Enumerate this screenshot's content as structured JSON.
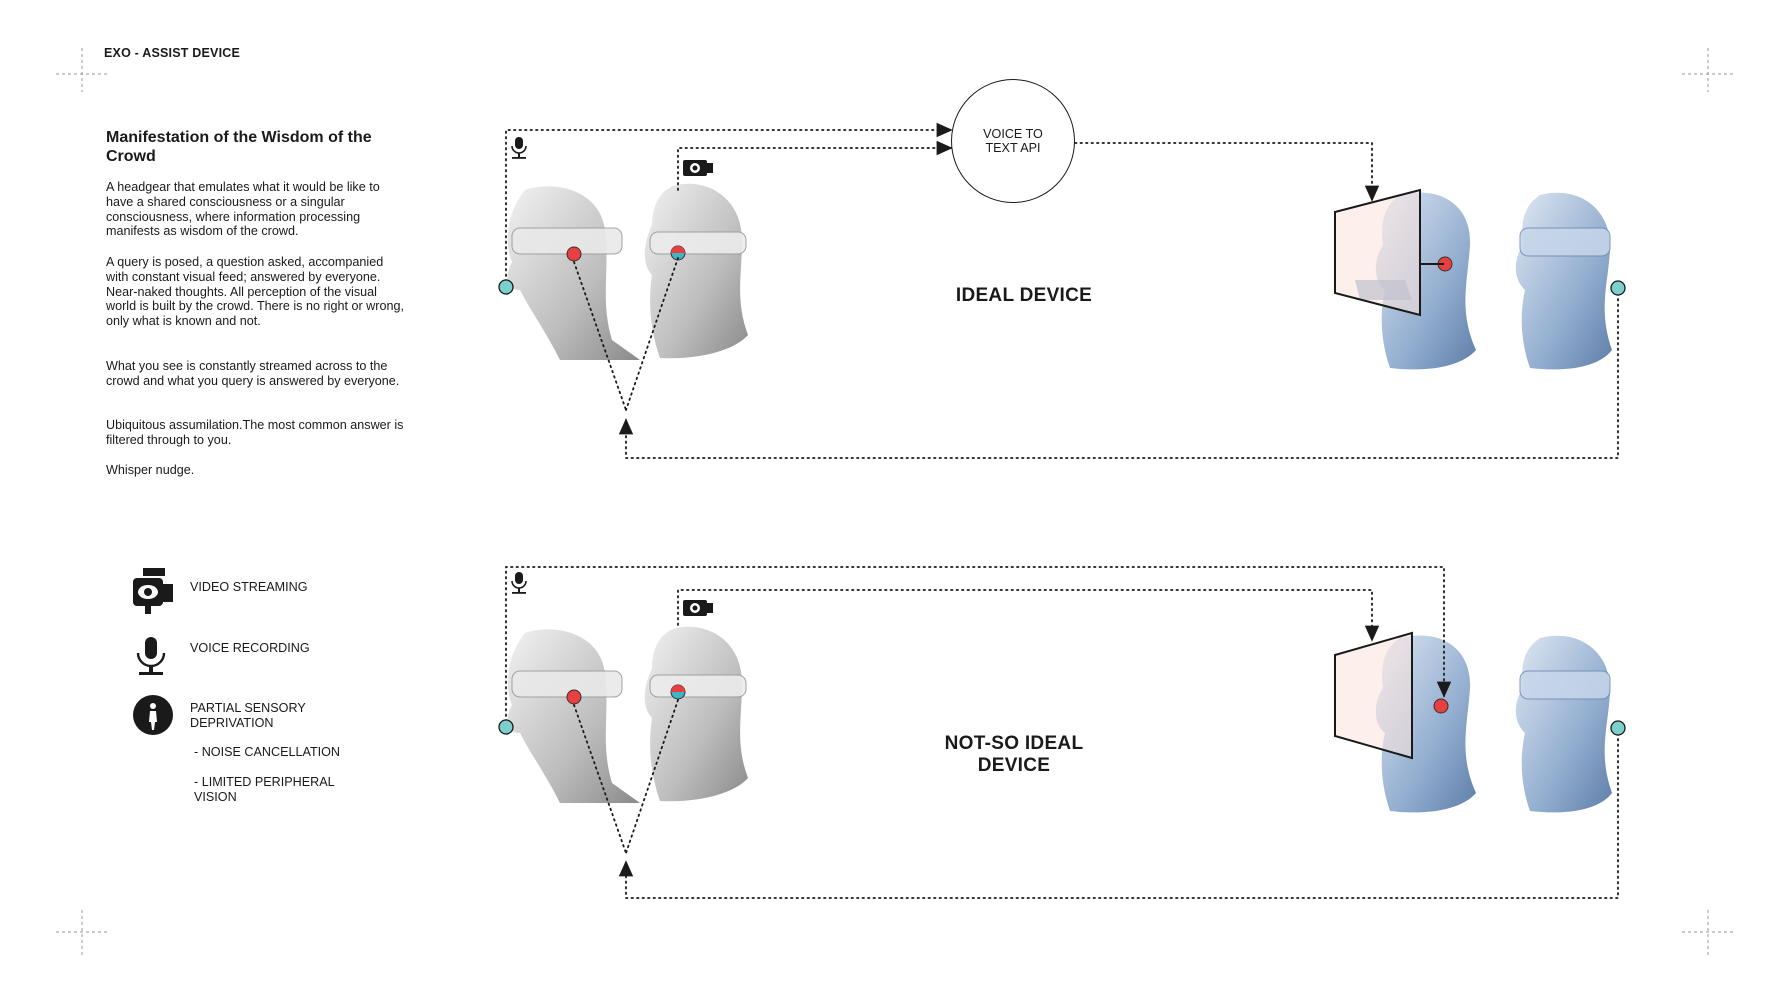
{
  "header": {
    "brand": "EXO - ASSIST DEVICE"
  },
  "intro": {
    "title": "Manifestation of the Wisdom of the Crowd",
    "paragraphs": [
      "A headgear that emulates what it would be like to have a shared consciousness or a singular consciousness, where information processing manifests as wisdom of the crowd.",
      "A query is posed, a question asked, accompanied with constant visual feed; answered by everyone. Near-naked thoughts. All perception of the visual world is built by the crowd. There is no right or wrong, only what is known and not.",
      "What you see is constantly streamed across to the crowd and what you query is answered by everyone.",
      "Ubiquitous assumilation.The most common answer is filtered through to you.",
      "Whisper nudge."
    ]
  },
  "legend": {
    "items": [
      {
        "icon": "video-camera-icon",
        "label": "VIDEO STREAMING"
      },
      {
        "icon": "microphone-icon",
        "label": "VOICE RECORDING"
      },
      {
        "icon": "sensory-deprivation-icon",
        "label": "PARTIAL SENSORY DEPRIVATION"
      }
    ],
    "sub_items": [
      "- NOISE CANCELLATION",
      "- LIMITED PERIPHERAL VISION"
    ]
  },
  "diagram": {
    "api_label": "VOICE TO TEXT API",
    "ideal_label": "IDEAL DEVICE",
    "not_ideal_label": "NOT-SO IDEAL DEVICE"
  },
  "colors": {
    "accent_red": "#e8403f",
    "accent_teal": "#7cd0cc",
    "head_grey": "#cfcfcf",
    "head_blue": "#93aed0",
    "screen_pink": "#fbe3dc"
  }
}
